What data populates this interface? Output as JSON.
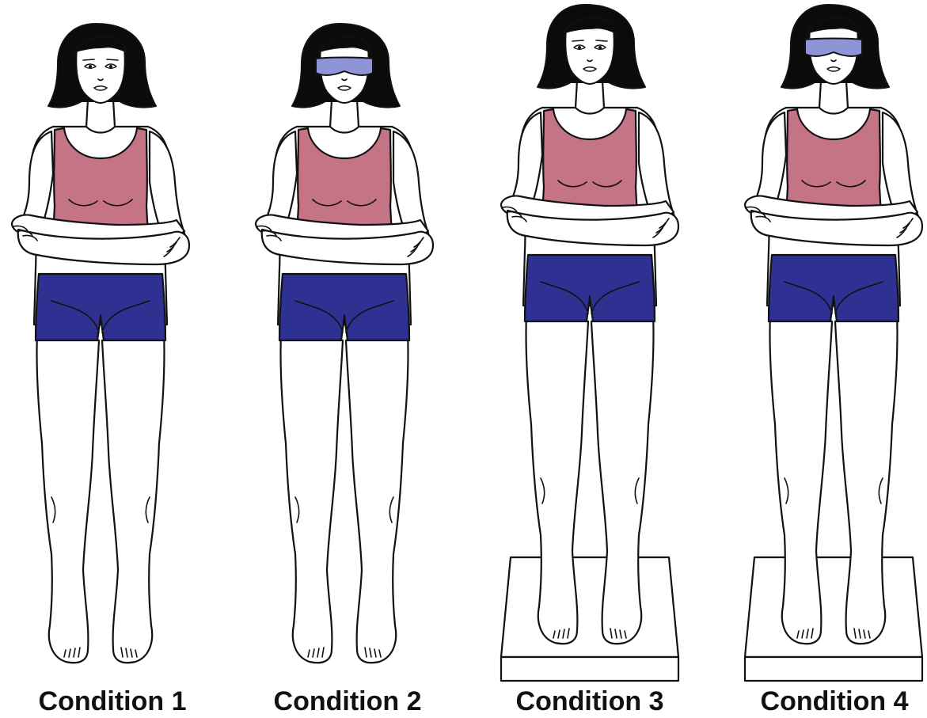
{
  "colors": {
    "hair": "#0b0b0b",
    "tank_top": "#c47484",
    "shorts": "#2e3192",
    "blindfold": "#8e95d6",
    "foam_pad": "#ffffff",
    "outline": "#111111"
  },
  "figures": [
    {
      "label": "Condition 1",
      "blindfold": false,
      "foam_pad": false
    },
    {
      "label": "Condition 2",
      "blindfold": true,
      "foam_pad": false
    },
    {
      "label": "Condition 3",
      "blindfold": false,
      "foam_pad": true
    },
    {
      "label": "Condition 4",
      "blindfold": true,
      "foam_pad": true
    }
  ]
}
